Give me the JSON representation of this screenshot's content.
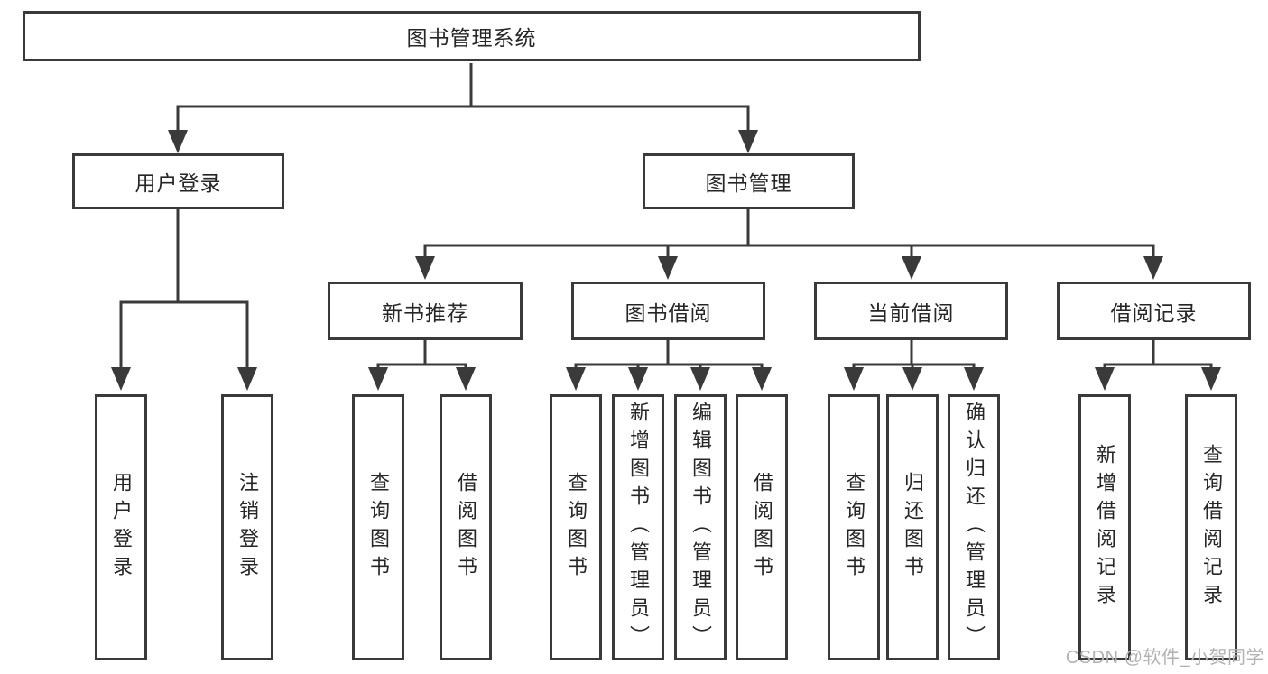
{
  "diagram": {
    "root": {
      "label": "图书管理系统"
    },
    "level2": [
      {
        "label": "用户登录"
      },
      {
        "label": "图书管理"
      }
    ],
    "level3": [
      {
        "label": "新书推荐"
      },
      {
        "label": "图书借阅"
      },
      {
        "label": "当前借阅"
      },
      {
        "label": "借阅记录"
      }
    ],
    "leaves": {
      "user_login": [
        {
          "label": "用户登录"
        },
        {
          "label": "注销登录"
        }
      ],
      "new_book_recommend": [
        {
          "label": "查询图书"
        },
        {
          "label": "借阅图书"
        }
      ],
      "book_borrowing": [
        {
          "label": "查询图书"
        },
        {
          "label": "新增图书（管理员）"
        },
        {
          "label": "编辑图书（管理员）"
        },
        {
          "label": "借阅图书"
        }
      ],
      "current_borrowing": [
        {
          "label": "查询图书"
        },
        {
          "label": "归还图书"
        },
        {
          "label": "确认归还（管理员）"
        }
      ],
      "borrowing_records": [
        {
          "label": "新增借阅记录"
        },
        {
          "label": "查询借阅记录"
        }
      ]
    }
  },
  "watermark": {
    "text": "CSDN @软件_小贺同学"
  },
  "colors": {
    "line": "#3a3a3a",
    "box_border": "#3a3a3a",
    "box_fill": "#ffffff",
    "text": "#262626",
    "watermark": "#b3b1b1",
    "background": "#ffffff"
  }
}
